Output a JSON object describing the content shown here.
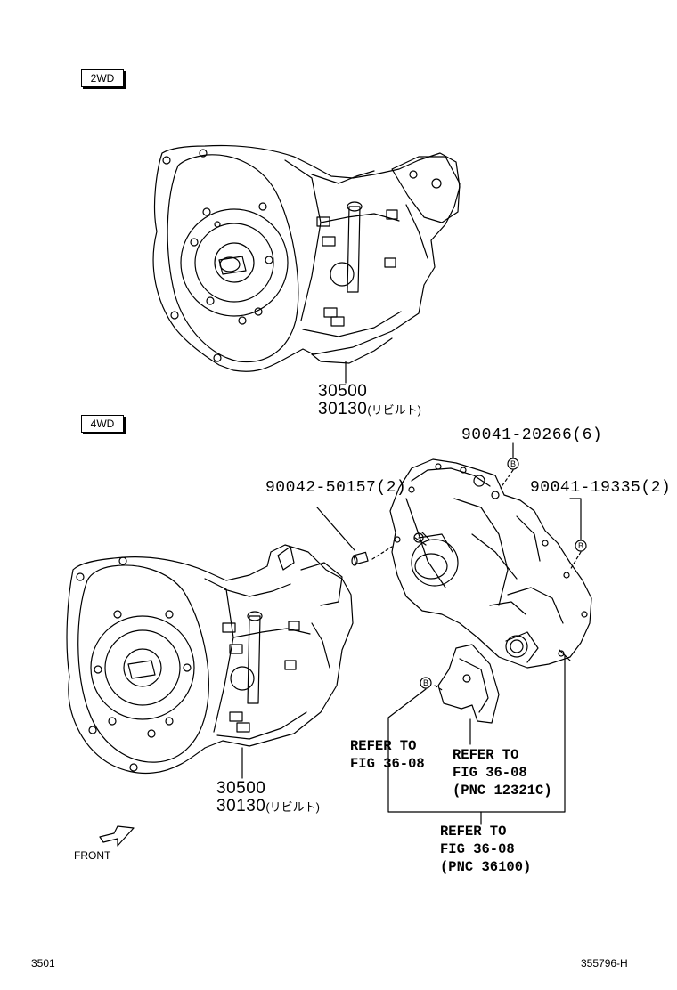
{
  "variants": {
    "two_wd": "2WD",
    "four_wd": "4WD"
  },
  "parts": {
    "transmission_2wd": {
      "pn": "30500",
      "rebuilt_pn": "30130",
      "rebuilt_note": "(リビルト)"
    },
    "transmission_4wd": {
      "pn": "30500",
      "rebuilt_pn": "30130",
      "rebuilt_note": "(リビルト)"
    },
    "bolt_top": "90041-20266(6)",
    "bolt_right": "90041-19335(2)",
    "pin": "90042-50157(2)",
    "callout_marker": "B"
  },
  "references": {
    "ref_left": {
      "line1": "REFER TO",
      "line2": "FIG 36-08"
    },
    "ref_middle": {
      "line1": "REFER TO",
      "line2": "FIG 36-08",
      "line3": "(PNC 12321C)"
    },
    "ref_bottom": {
      "line1": "REFER TO",
      "line2": "FIG 36-08",
      "line3": "(PNC 36100)"
    }
  },
  "direction": {
    "label": "FRONT"
  },
  "footer": {
    "page_code": "3501",
    "drawing_no": "355796-H"
  }
}
